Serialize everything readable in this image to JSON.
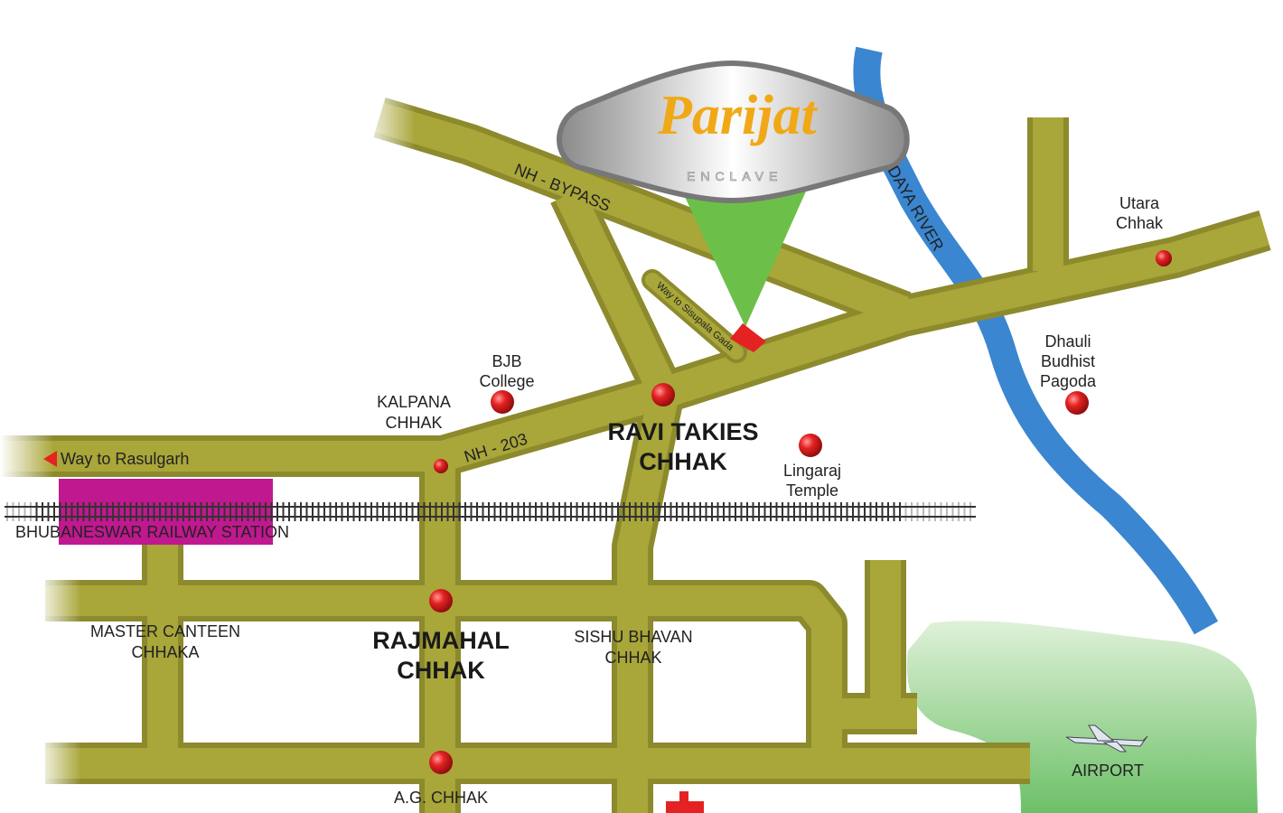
{
  "logo": {
    "name": "Parijat",
    "subtitle": "ENCLAVE"
  },
  "roads": {
    "bypass": "NH - BYPASS",
    "nh203": "NH - 203",
    "sisupala": "Way to Sisupala Gada",
    "rasulgarh": "Way to Rasulgarh"
  },
  "river": "DAYA RIVER",
  "railway": "BHUBANESWAR RAILWAY STATION",
  "places": {
    "utara": [
      "Utara",
      "Chhak"
    ],
    "dhauli": [
      "Dhauli",
      "Budhist",
      "Pagoda"
    ],
    "bjb": [
      "BJB",
      "College"
    ],
    "kalpana": [
      "KALPANA",
      "CHHAK"
    ],
    "ravi": [
      "RAVI TAKIES",
      "CHHAK"
    ],
    "lingaraj": [
      "Lingaraj",
      "Temple"
    ],
    "master": [
      "MASTER CANTEEN",
      "CHHAKA"
    ],
    "rajmahal": [
      "RAJMAHAL",
      "CHHAK"
    ],
    "sishu": [
      "SISHU BHAVAN",
      "CHHAK"
    ],
    "ag": "A.G. CHHAK",
    "airport": "AIRPORT"
  },
  "colors": {
    "road": "#a9a63a",
    "river": "#3a86d0",
    "station": "#c0188f",
    "pointer": "#6cc04a",
    "marker": "#d81e1e",
    "airport": "#8fd08a"
  }
}
